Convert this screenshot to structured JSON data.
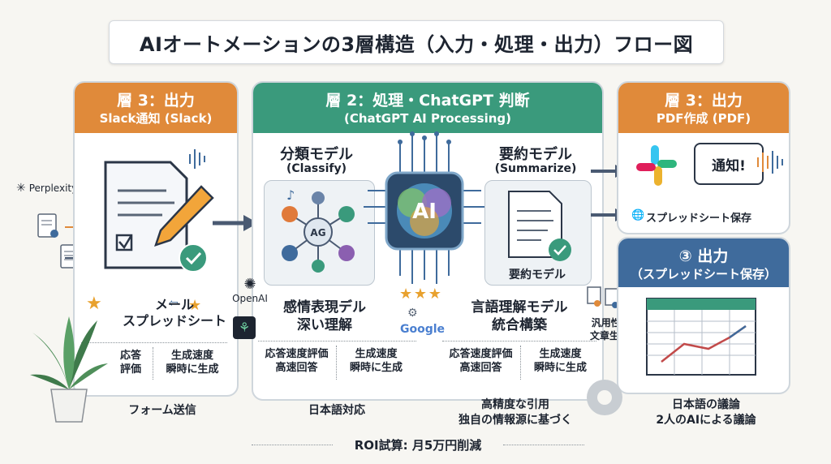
{
  "title": "AIオートメーションの3層構造（入力・処理・出力）フロー図",
  "left_panel": {
    "title": "層 3：出力",
    "subtitle": "Slack通知 (Slack)",
    "item_label": "メール\nスプレッドシート",
    "stat1_label": "応答\n評価",
    "stat2_label": "生成速度\n瞬時に生成",
    "caption": "フォーム送信"
  },
  "perplexity_label": "Perplexity",
  "openai_label": "OpenAI",
  "google_label": "Google",
  "middle_panel": {
    "title": "層 2：処理・ChatGPT 判断",
    "subtitle": "(ChatGPT AI Processing)",
    "classify_title": "分類モデル",
    "classify_sub": "(Classify)",
    "summarize_title": "要約モデル",
    "summarize_sub": "(Summarize)",
    "summary_card_label": "要約モデル",
    "chip_label": "AI",
    "graph_center": "AG",
    "emotion_label": "感情表現デル\n深い理解",
    "language_label": "言語理解モデル\n統合構築",
    "stat_a1": "応答速度評価\n高速回答",
    "stat_a2": "生成速度\n瞬時に生成",
    "stat_b1": "応答速度評価\n高速回答",
    "stat_b2": "生成速度\n瞬時に生成",
    "caption_left": "日本語対応",
    "caption_right": "高精度な引用\n独自の情報源に基づく"
  },
  "right_top_panel": {
    "title": "層 3：出力",
    "subtitle": "PDF作成 (PDF)",
    "bubble": "通知!",
    "sheet_label": "スプレッドシート保存"
  },
  "right_bottom_panel": {
    "title": "③ 出力",
    "subtitle": "（スプレッドシート保存）"
  },
  "side_note": "汎用性 /\n文章生成",
  "right_caption": "日本語の議論\n2人のAIによる議論",
  "roi": "ROI試算: 月5万円削減",
  "colors": {
    "orange": "#e08a3a",
    "green": "#3a9a7c",
    "blue": "#3f6b9c",
    "arrow": "#4a5a72"
  }
}
